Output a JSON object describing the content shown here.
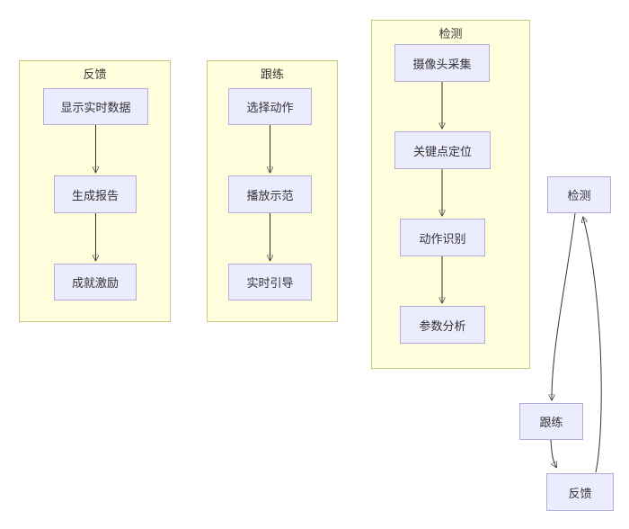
{
  "diagram": {
    "type": "flowchart",
    "subgraphs": [
      {
        "label": "反馈",
        "nodes": [
          "显示实时数据",
          "生成报告",
          "成就激励"
        ]
      },
      {
        "label": "跟练",
        "nodes": [
          "选择动作",
          "播放示范",
          "实时引导"
        ]
      },
      {
        "label": "检测",
        "nodes": [
          "摄像头采集",
          "关键点定位",
          "动作识别",
          "参数分析"
        ]
      }
    ],
    "cycle_nodes": [
      {
        "label": "检测"
      },
      {
        "label": "跟练"
      },
      {
        "label": "反馈"
      }
    ],
    "edges": [
      {
        "from": "显示实时数据",
        "to": "生成报告"
      },
      {
        "from": "生成报告",
        "to": "成就激励"
      },
      {
        "from": "选择动作",
        "to": "播放示范"
      },
      {
        "from": "播放示范",
        "to": "实时引导"
      },
      {
        "from": "摄像头采集",
        "to": "关键点定位"
      },
      {
        "from": "关键点定位",
        "to": "动作识别"
      },
      {
        "from": "动作识别",
        "to": "参数分析"
      },
      {
        "from": "检测",
        "to": "跟练"
      },
      {
        "from": "跟练",
        "to": "反馈"
      },
      {
        "from": "反馈",
        "to": "检测"
      }
    ],
    "colors": {
      "background": "#ffffff",
      "cluster_fill": "#ffffde",
      "cluster_border": "#c9c97f",
      "node_fill": "#ececff",
      "node_border": "#b4abd8",
      "edge": "#333333",
      "text": "#333333"
    }
  }
}
